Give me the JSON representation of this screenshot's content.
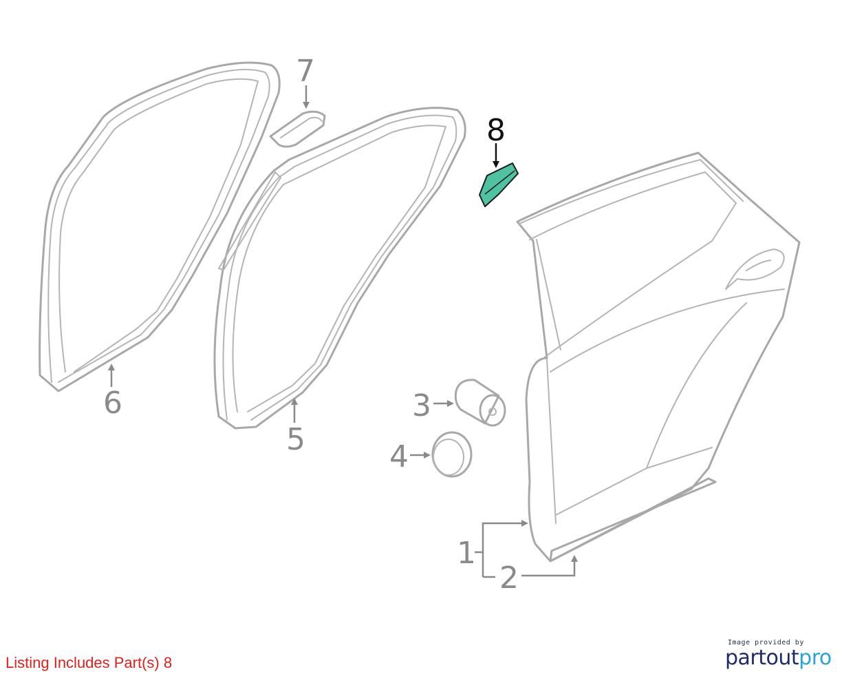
{
  "callouts": {
    "part1": "1",
    "part2": "2",
    "part3": "3",
    "part4": "4",
    "part5": "5",
    "part6": "6",
    "part7": "7",
    "part8": "8"
  },
  "listing_note": "Listing Includes Part(s) 8",
  "credit": {
    "caption": "Image provided by",
    "brand_a": "partout",
    "brand_b": "pro"
  },
  "colors": {
    "highlight_part": "#4fc3a1",
    "listing_note": "#e0201c",
    "line_art": "#a8a8a8",
    "brand_dark": "#1f2a6b",
    "brand_light": "#2aa3d8"
  }
}
